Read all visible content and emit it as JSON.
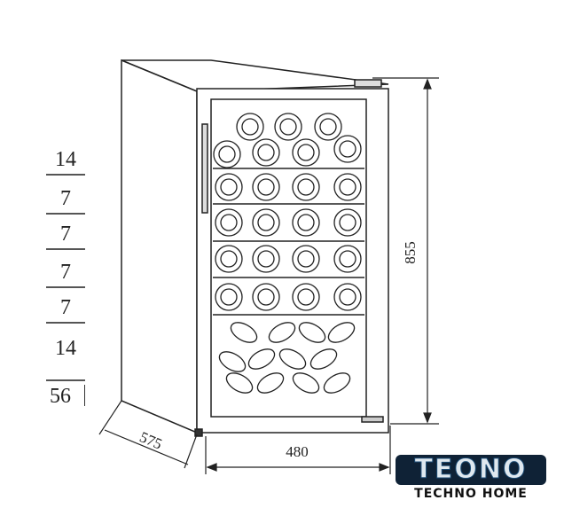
{
  "shelf_counts": [
    "14",
    "7",
    "7",
    "7",
    "7",
    "14"
  ],
  "total_count": "56",
  "dimensions": {
    "height": "855",
    "width": "480",
    "depth": "575"
  },
  "logo": {
    "brand": "TEONO",
    "tagline": "TECHNO HOME"
  }
}
